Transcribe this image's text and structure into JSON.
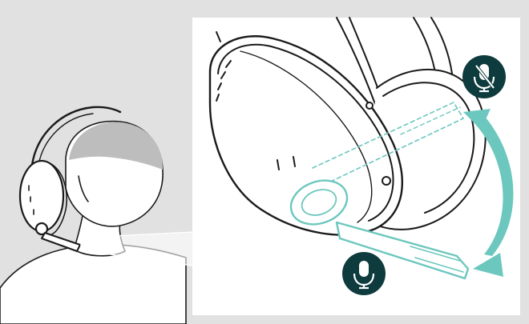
{
  "illustration": {
    "background": "#e1e1e1",
    "line_color": "#1a1a1a",
    "accent": "#6cc7be",
    "badge_color": "#0e3b3d",
    "badge_icon_color": "#ffffff"
  },
  "badges": [
    {
      "icon": "microphone-muted-icon",
      "state": "muted"
    },
    {
      "icon": "microphone-icon",
      "state": "active"
    }
  ],
  "arrow": {
    "icon": "double-headed-curved-arrow",
    "meaning": "rotate boom arm"
  }
}
